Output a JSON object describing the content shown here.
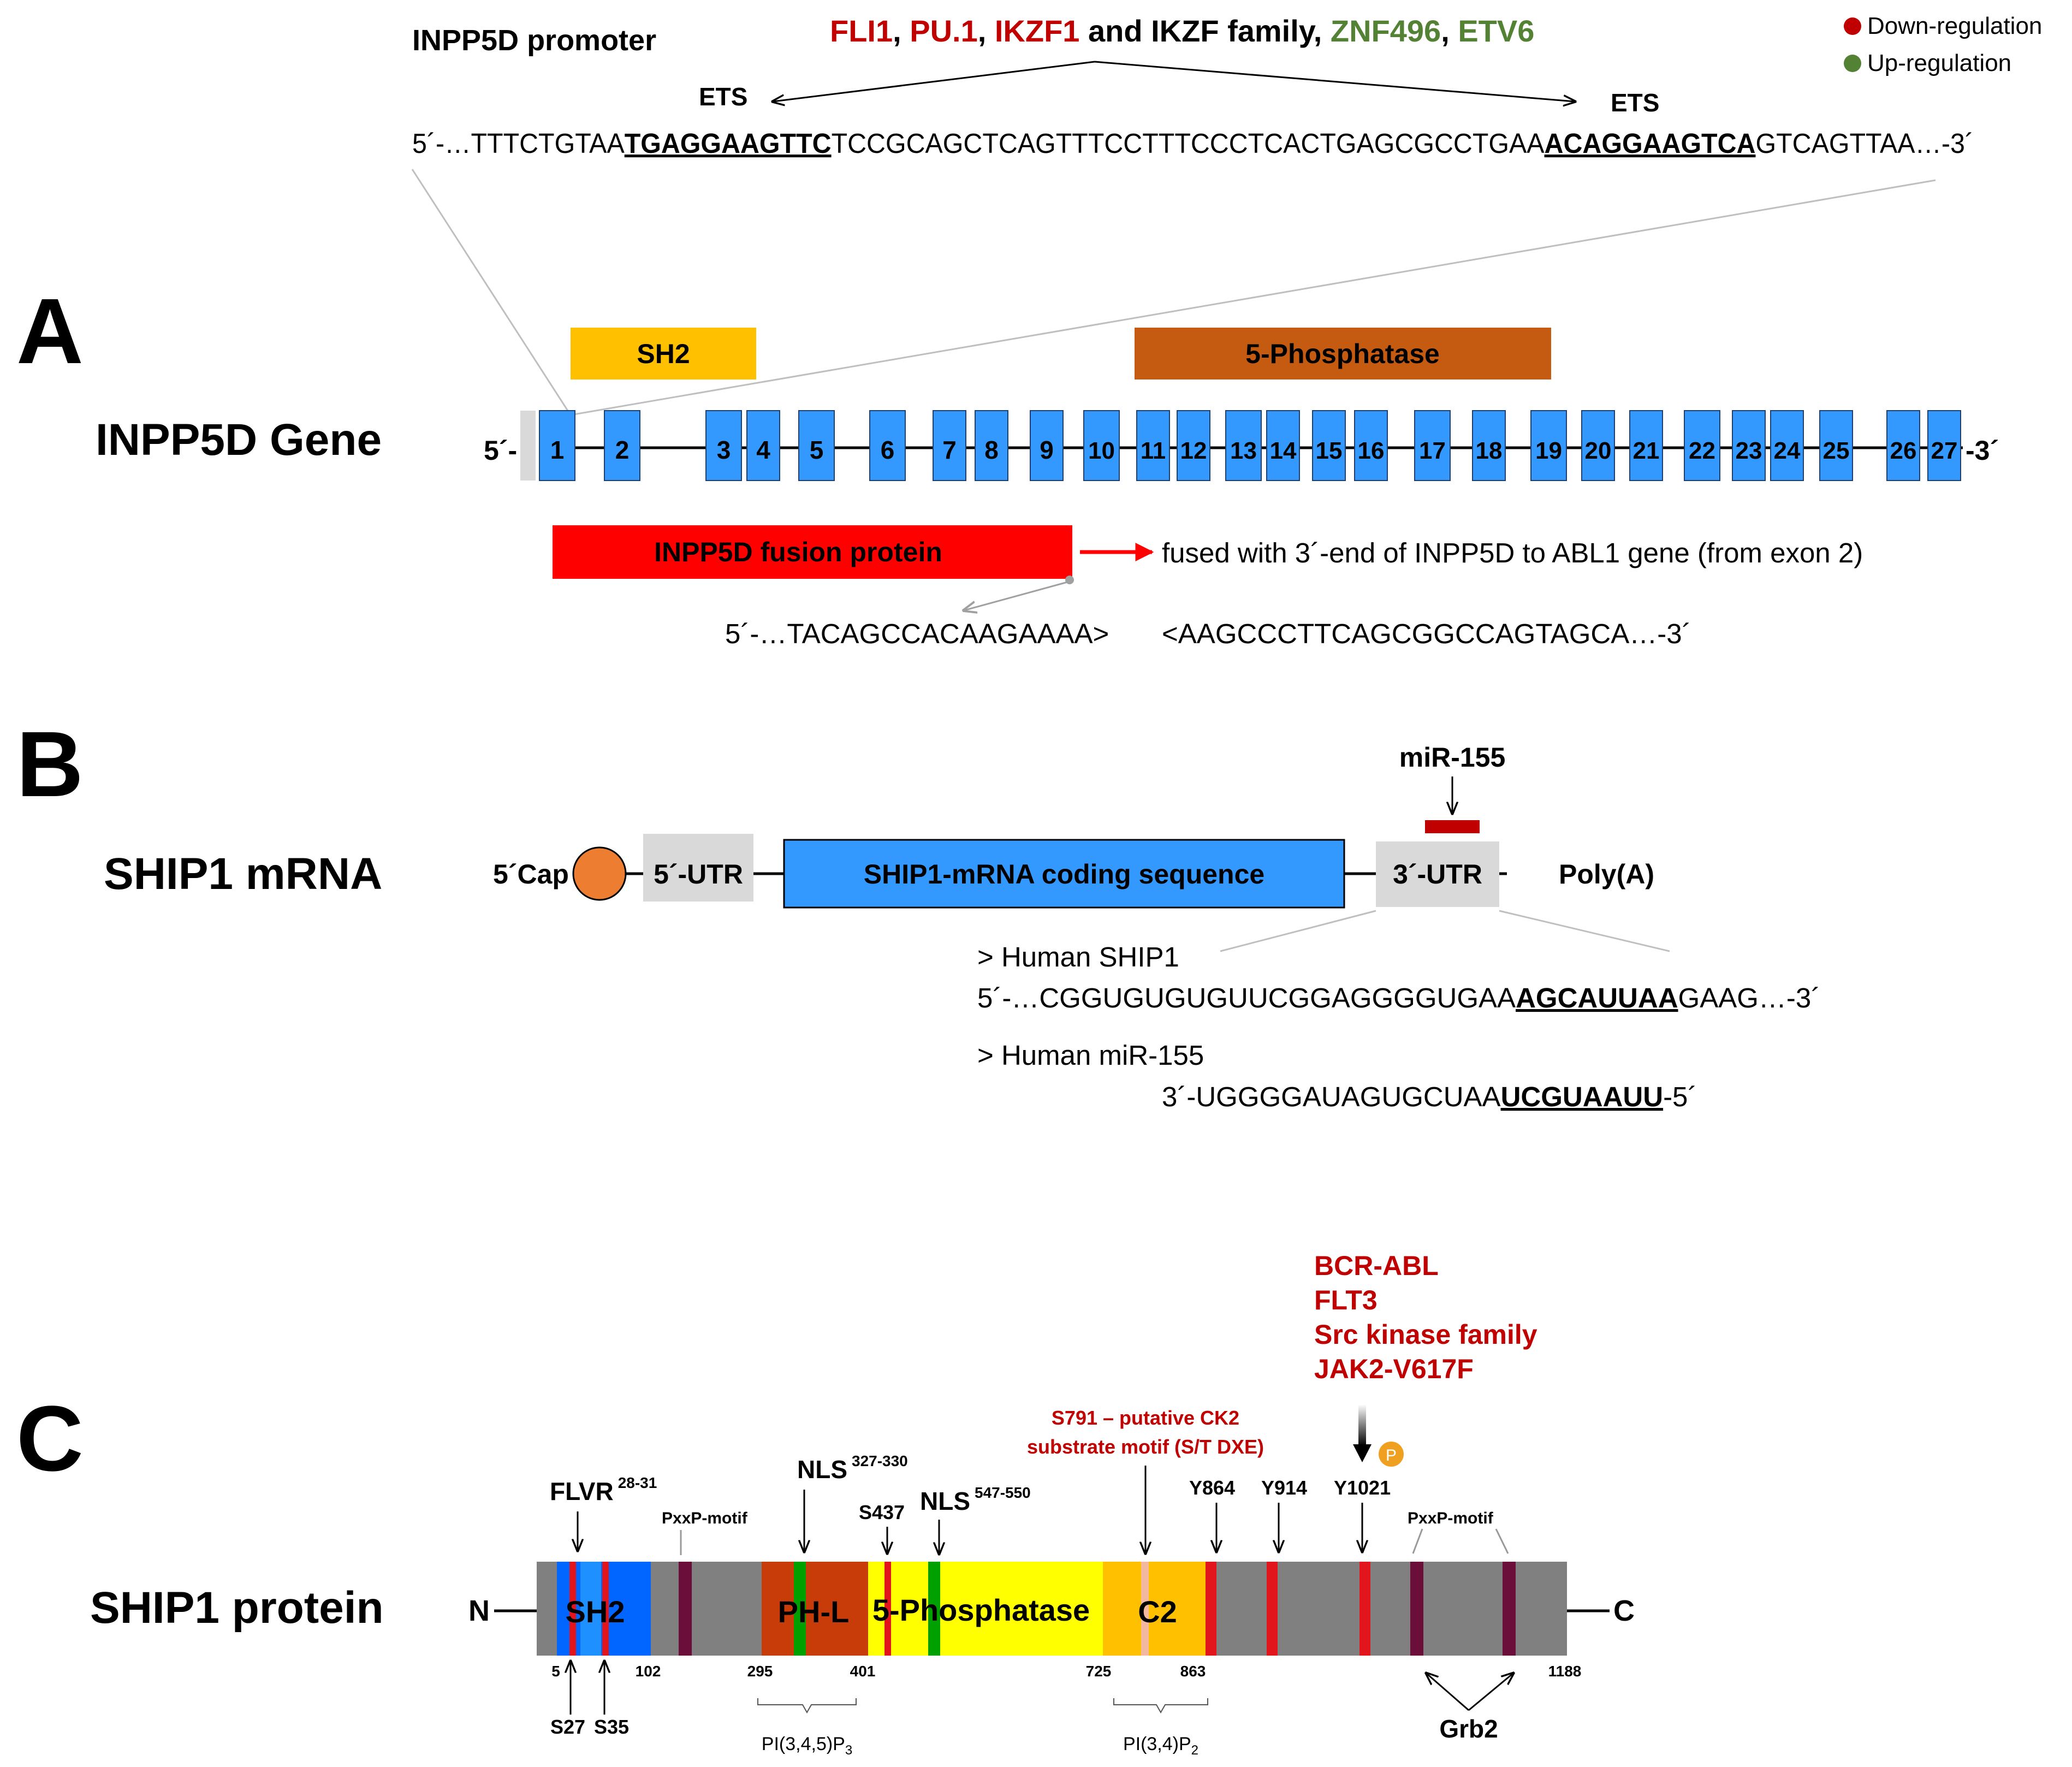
{
  "legend": [
    {
      "label": "Down-regulation",
      "color": "#c00000"
    },
    {
      "label": "Up-regulation",
      "color": "#548235"
    }
  ],
  "panelA": {
    "letter": "A",
    "promoter_title": "INPP5D promoter",
    "tf_line": [
      {
        "text": "FLI1",
        "color": "#c00000"
      },
      {
        "text": ", ",
        "color": "#000000"
      },
      {
        "text": "PU.1",
        "color": "#c00000"
      },
      {
        "text": ", ",
        "color": "#000000"
      },
      {
        "text": "IKZF1",
        "color": "#c00000"
      },
      {
        "text": " and IKZF family, ",
        "color": "#000000"
      },
      {
        "text": "ZNF496",
        "color": "#548235"
      },
      {
        "text": ", ",
        "color": "#000000"
      },
      {
        "text": "ETV6",
        "color": "#548235"
      }
    ],
    "ets_left": "ETS",
    "ets_right": "ETS",
    "seq": {
      "pre": "5´-…TTTCTGTAA",
      "motif1": "TGAGGAAGTTC",
      "mid": "TCCGCAGCTCAGTTTCCTTTCCCTCACTGAGCGCCTGAA",
      "motif2": "ACAGGAAGTCA",
      "post": "GTCAGTTAA…-3´"
    },
    "gene_label": "INPP5D Gene",
    "five_prime": "5´-",
    "three_prime": "-3´",
    "exons": [
      "1",
      "2",
      "3",
      "4",
      "5",
      "6",
      "7",
      "8",
      "9",
      "10",
      "11",
      "12",
      "13",
      "14",
      "15",
      "16",
      "17",
      "18",
      "19",
      "20",
      "21",
      "22",
      "23",
      "24",
      "25",
      "26",
      "27"
    ],
    "domain_sh2": "SH2",
    "domain_phosphatase": "5-Phosphatase",
    "fusion_label": "INPP5D fusion protein",
    "fusion_note": "fused with 3´-end of INPP5D to ABL1 gene (from exon 2)",
    "fusion_seq_left": "5´-…TACAGCCACAAGAAAA>",
    "fusion_seq_right": "<AAGCCCTTCAGCGGCCAGTAGCA…-3´",
    "colors": {
      "exon": "#3399ff",
      "sh2": "#ffc000",
      "phosphatase": "#c55a11",
      "fusion": "#ff0000"
    }
  },
  "panelB": {
    "letter": "B",
    "title": "SHIP1 mRNA",
    "cap": "5´Cap",
    "utr5": "5´-UTR",
    "cds": "SHIP1-mRNA coding sequence",
    "utr3": "3´-UTR",
    "polya": "Poly(A)",
    "mirna": "miR-155",
    "human_ship1_header": "> Human SHIP1",
    "ship1_seq": {
      "pre": "5´-…CGGUGUGUGUUCGGAGGGGUGAA",
      "motif": "AGCAUUAA",
      "post": "GAAG…-3´"
    },
    "human_mir_header": "> Human miR-155",
    "mir_seq": {
      "pre": "3´-UGGGGAUAGUGCUAA",
      "motif": "UCGUAAUU",
      "post": "-5´"
    },
    "colors": {
      "cap": "#ed7d31",
      "utr": "#d9d9d9",
      "cds": "#3399ff",
      "mirna_bar": "#c00000"
    }
  },
  "panelC": {
    "letter": "C",
    "title": "SHIP1 protein",
    "n_term": "N",
    "c_term": "C",
    "domains": {
      "sh2": "SH2",
      "phl": "PH-L",
      "phosphatase": "5-Phosphatase",
      "c2": "C2"
    },
    "kinases": [
      "BCR-ABL",
      "FLT3",
      "Src kinase family",
      "JAK2-V617F"
    ],
    "phospho_badge": "P",
    "ck2_note": [
      "S791 – putative CK2",
      "substrate motif (S/T DXE)"
    ],
    "flvr": {
      "text": "FLVR",
      "sup": "28-31"
    },
    "pxxp": "PxxP-motif",
    "nls1": {
      "text": "NLS",
      "sup": "327-330"
    },
    "nls2": {
      "text": "NLS",
      "sup": "547-550"
    },
    "s437": "S437",
    "y864": "Y864",
    "y914": "Y914",
    "y1021": "Y1021",
    "positions": [
      "5",
      "102",
      "295",
      "401",
      "725",
      "863",
      "1188"
    ],
    "s27": "S27",
    "s35": "S35",
    "pip3": {
      "base": "PI(3,4,5)P",
      "sub": "3"
    },
    "pip2": {
      "base": "PI(3,4)P",
      "sub": "2"
    },
    "grb2": "Grb2",
    "colors": {
      "backbone": "#808080",
      "sh2": "#0066ff",
      "phl": "#c83c0a",
      "phosphatase": "#ffff00",
      "c2": "#ffc000",
      "red_mark": "#e2141c",
      "green_mark": "#00a000",
      "pxxp_mark": "#6b0f3a",
      "kinase_text": "#c00000",
      "badge": "#f0a020"
    }
  }
}
